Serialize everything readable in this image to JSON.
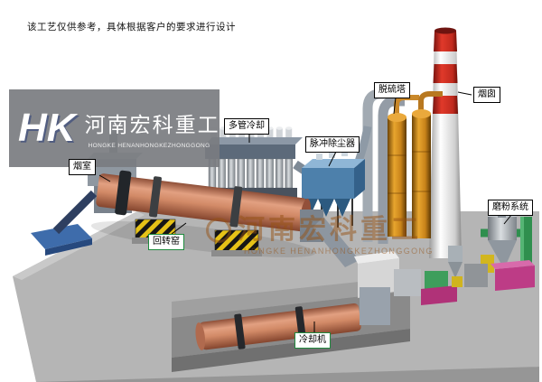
{
  "page": {
    "disclaimer": "该工艺仅供参考，具体根据客户的要求进行设计"
  },
  "watermark_box": {
    "logo_text": "HK",
    "company_cn": "河南宏科重工",
    "company_en": "HONGKE HENANHONGKEZHONGGONG"
  },
  "watermark_center": {
    "company_cn": "河南宏科重工",
    "company_en": "HONGKE HENANHONGKEZHONGGONG"
  },
  "labels": {
    "smoke_chamber": "烟室",
    "rotary_kiln": "回转窑",
    "multi_tube_cooler": "多管冷却",
    "pulse_dust_collector": "脉冲除尘器",
    "desulfurization_tower": "脱硫塔",
    "chimney": "烟囱",
    "grinding_system": "磨粉系统",
    "cooling_machine": "冷却机"
  },
  "colors": {
    "kiln_salmon": "#d28a67",
    "dust_collector_blue": "#4d80ab",
    "tower_orange": "#e8a52e",
    "chimney_red": "#cc2f20",
    "platform_gray": "#b5b5b5",
    "label_green_border": "#1f8a3e",
    "watermark_brown": "#96521a",
    "pad_blue": "#3e6cab"
  }
}
